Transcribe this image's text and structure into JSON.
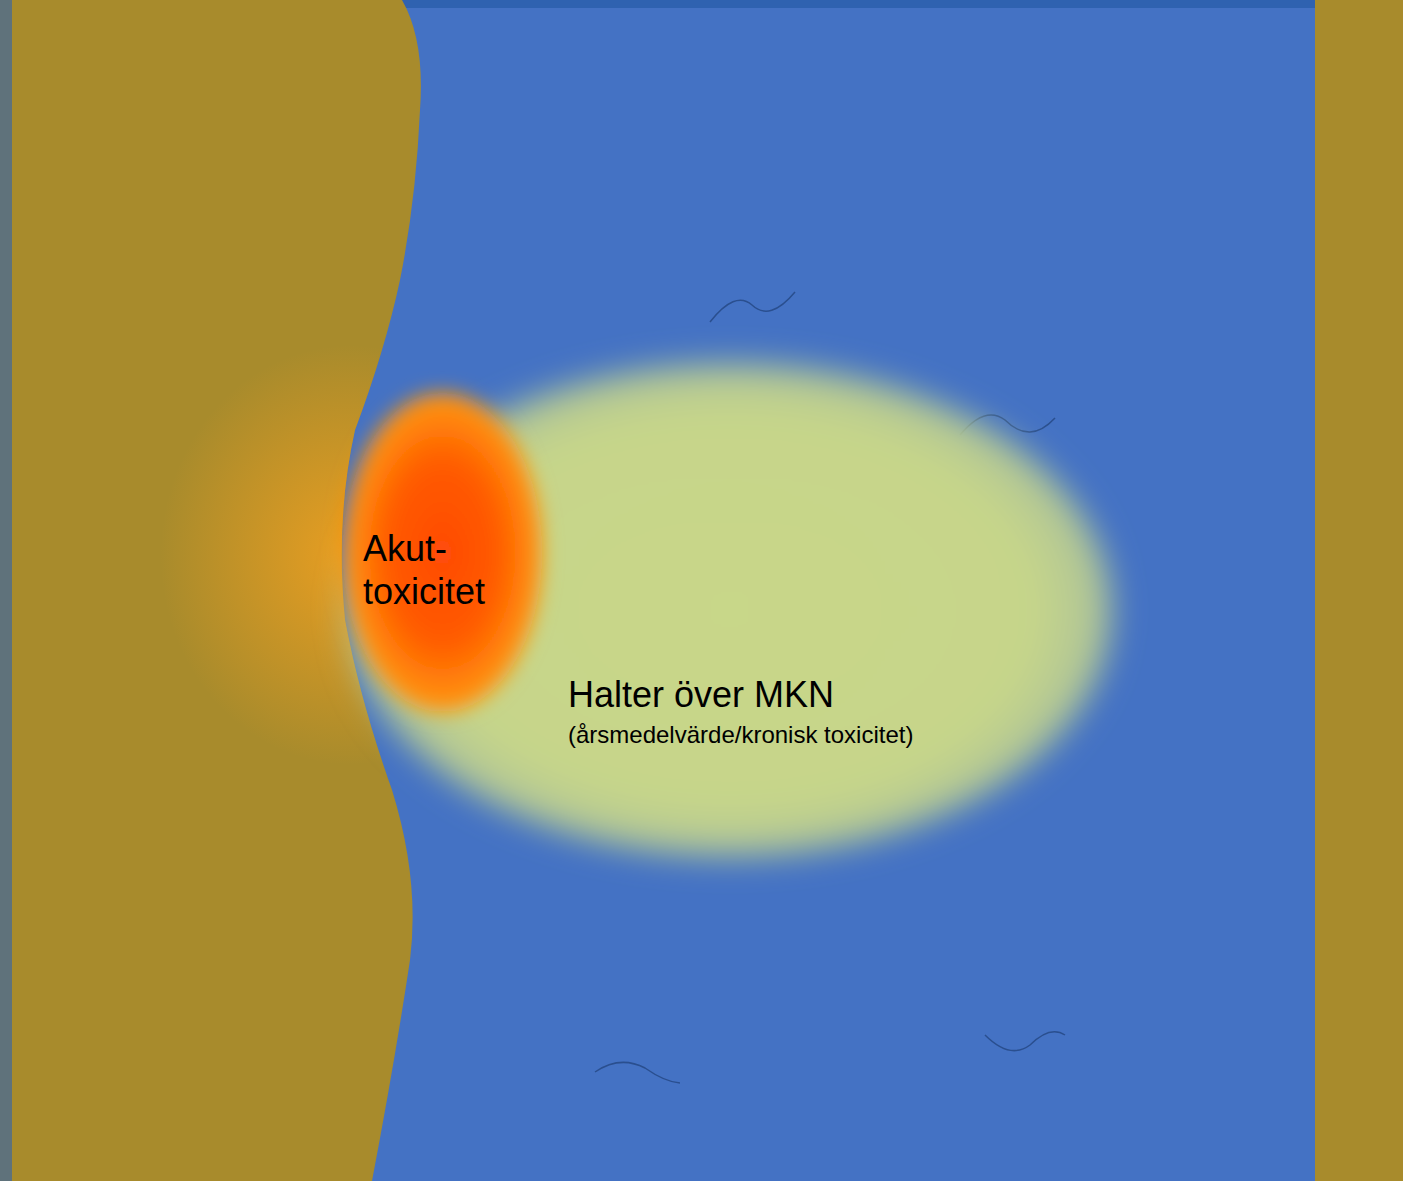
{
  "diagram": {
    "nodes": [
      {
        "text": [
          "Halter över MKN",
          "(årsmedelvärde/kronisk toxicitet)"
        ]
      },
      {
        "text": [
          "Akut- toxicitet"
        ],
        "in": 0
      }
    ]
  }
}
